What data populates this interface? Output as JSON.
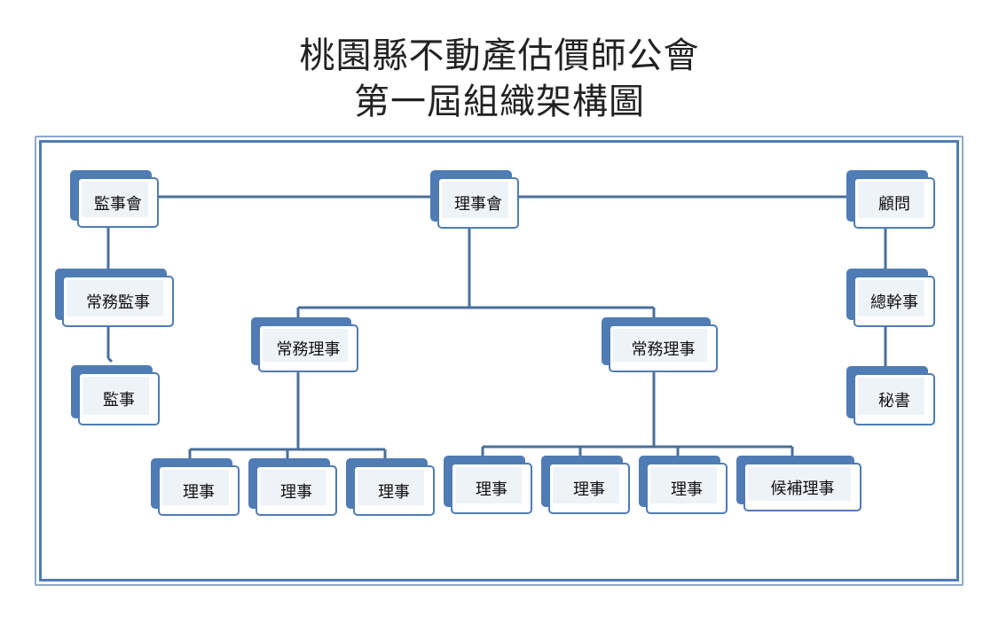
{
  "title": {
    "line1": "桃園縣不動產估價師公會",
    "line2": "第一屆組織架構圖"
  },
  "nodes": {
    "supervisors_board": "監事會",
    "board": "理事會",
    "advisor": "顧問",
    "standing_supervisor": "常務監事",
    "supervisor": "監事",
    "standing_director_left": "常務理事",
    "standing_director_right": "常務理事",
    "secretary_general": "總幹事",
    "secretary": "秘書",
    "director_1": "理事",
    "director_2": "理事",
    "director_3": "理事",
    "director_4": "理事",
    "director_5": "理事",
    "director_6": "理事",
    "alternate_director": "候補理事"
  },
  "colors": {
    "node_border": "#4f7cb4",
    "node_fill": "#eef3f8",
    "connector": "#4a6f9a",
    "frame": "#4f7cb4"
  }
}
